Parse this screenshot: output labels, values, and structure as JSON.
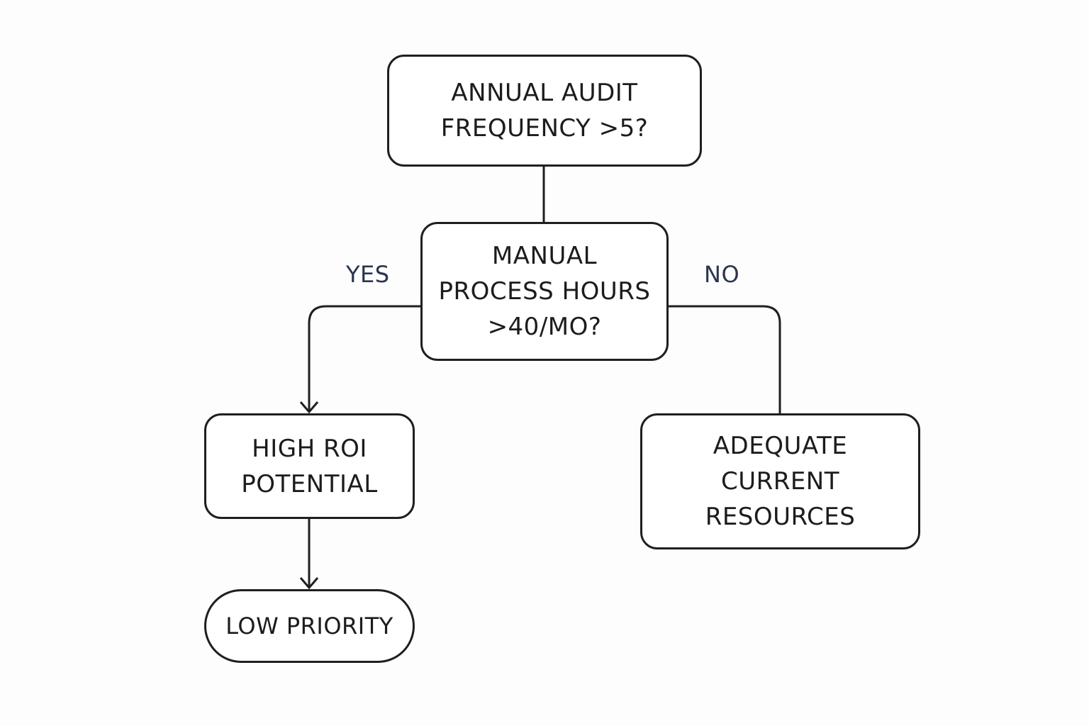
{
  "nodes": {
    "start": "ANNUAL AUDIT\nFREQUENCY >5?",
    "decision": "MANUAL\nPROCESS HOURS\n>40/MO?",
    "yes_result": "HIGH ROI\nPOTENTIAL",
    "no_result": "ADEQUATE\nCURRENT\nRESOURCES",
    "end": "LOW PRIORITY"
  },
  "branches": {
    "yes": "YES",
    "no": "NO"
  },
  "colors": {
    "stroke": "#1f1f1f",
    "text": "#1c1c1c",
    "branch_label": "#2a3550",
    "background": "#fdfdfd"
  }
}
